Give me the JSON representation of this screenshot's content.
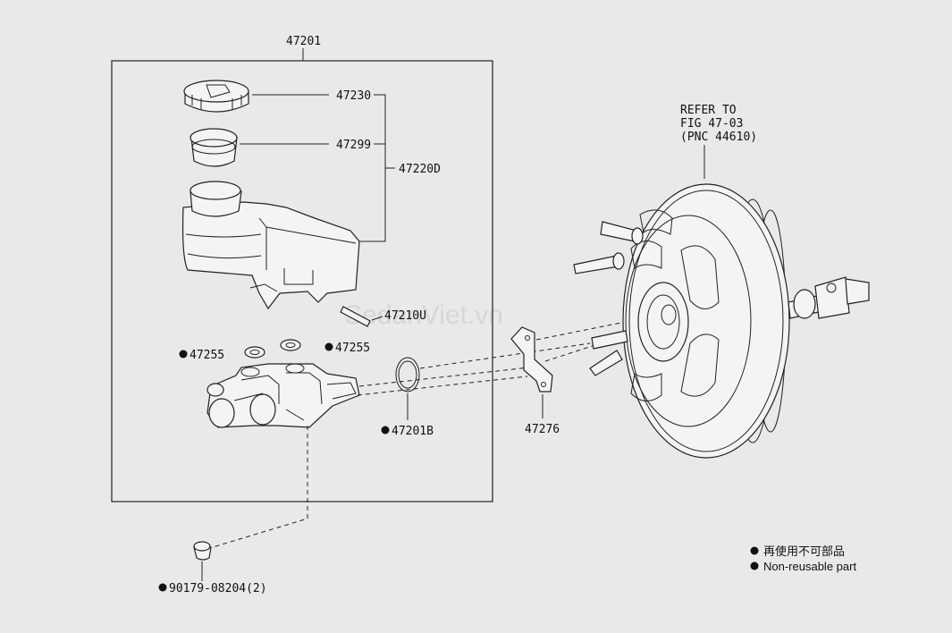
{
  "watermark": "SedanViet.vn",
  "assembly_label": "47201",
  "labels": {
    "cap": "47230",
    "strainer": "47299",
    "reservoir_group": "47220D",
    "pin": "47210U",
    "grommet_left": "47255",
    "grommet_right": "47255",
    "o_ring": "47201B",
    "plate": "47276",
    "plug": "90179-08204(2)"
  },
  "refer": {
    "line1": "REFER TO",
    "line2": "FIG 47-03",
    "line3": "(PNC 44610)"
  },
  "legend": {
    "line1": "再使用不可部品",
    "line2": "Non-reusable part"
  },
  "colors": {
    "background": "#e9e9e9",
    "line": "#222222",
    "part_fill": "#f4f4f4",
    "bullet": "#111111"
  }
}
